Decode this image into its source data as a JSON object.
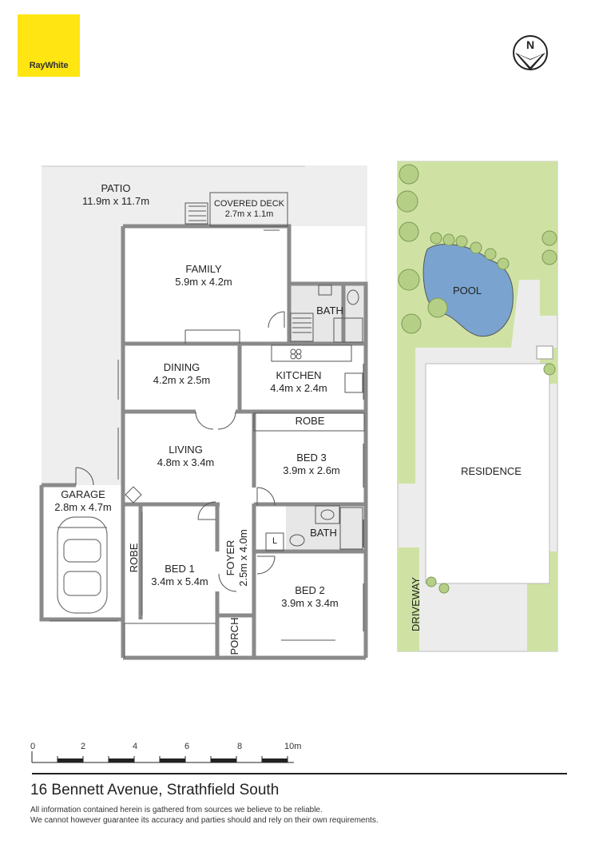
{
  "brand": {
    "name": "RayWhite",
    "color": "#ffe512"
  },
  "compass": {
    "label": "N"
  },
  "rooms": {
    "patio": {
      "name": "PATIO",
      "dims": "11.9m x 11.7m"
    },
    "covered_deck": {
      "name": "COVERED DECK",
      "dims": "2.7m x 1.1m"
    },
    "family": {
      "name": "FAMILY",
      "dims": "5.9m x 4.2m"
    },
    "bath_upper": {
      "name": "BATH"
    },
    "dining": {
      "name": "DINING",
      "dims": "4.2m x 2.5m"
    },
    "kitchen": {
      "name": "KITCHEN",
      "dims": "4.4m x 2.4m"
    },
    "robe_bed3": {
      "name": "ROBE"
    },
    "living": {
      "name": "LIVING",
      "dims": "4.8m x 3.4m"
    },
    "bed3": {
      "name": "BED 3",
      "dims": "3.9m x 2.6m"
    },
    "garage": {
      "name": "GARAGE",
      "dims": "2.8m x 4.7m"
    },
    "bath_lower": {
      "name": "BATH"
    },
    "linen": {
      "name": "L"
    },
    "robe_bed1": {
      "name": "ROBE"
    },
    "bed1": {
      "name": "BED 1",
      "dims": "3.4m x 5.4m"
    },
    "foyer": {
      "name": "FOYER",
      "dims": "2.5m x 4.0m"
    },
    "bed2": {
      "name": "BED 2",
      "dims": "3.9m x 3.4m"
    },
    "porch": {
      "name": "PORCH"
    }
  },
  "site": {
    "pool": "POOL",
    "residence": "RESIDENCE",
    "driveway": "DRIVEWAY",
    "lawn_color": "#cfe2a4",
    "pool_color": "#7aa4cf",
    "paving_color": "#ececec"
  },
  "scale": {
    "ticks": [
      "0",
      "2",
      "4",
      "6",
      "8",
      "10m"
    ]
  },
  "address": "16 Bennett Avenue, Strathfield South",
  "disclaimer": {
    "line1": "All information contained herein is gathered from sources we believe to be reliable.",
    "line2": "We cannot however guarantee its accuracy and parties should and rely on their own requirements."
  }
}
